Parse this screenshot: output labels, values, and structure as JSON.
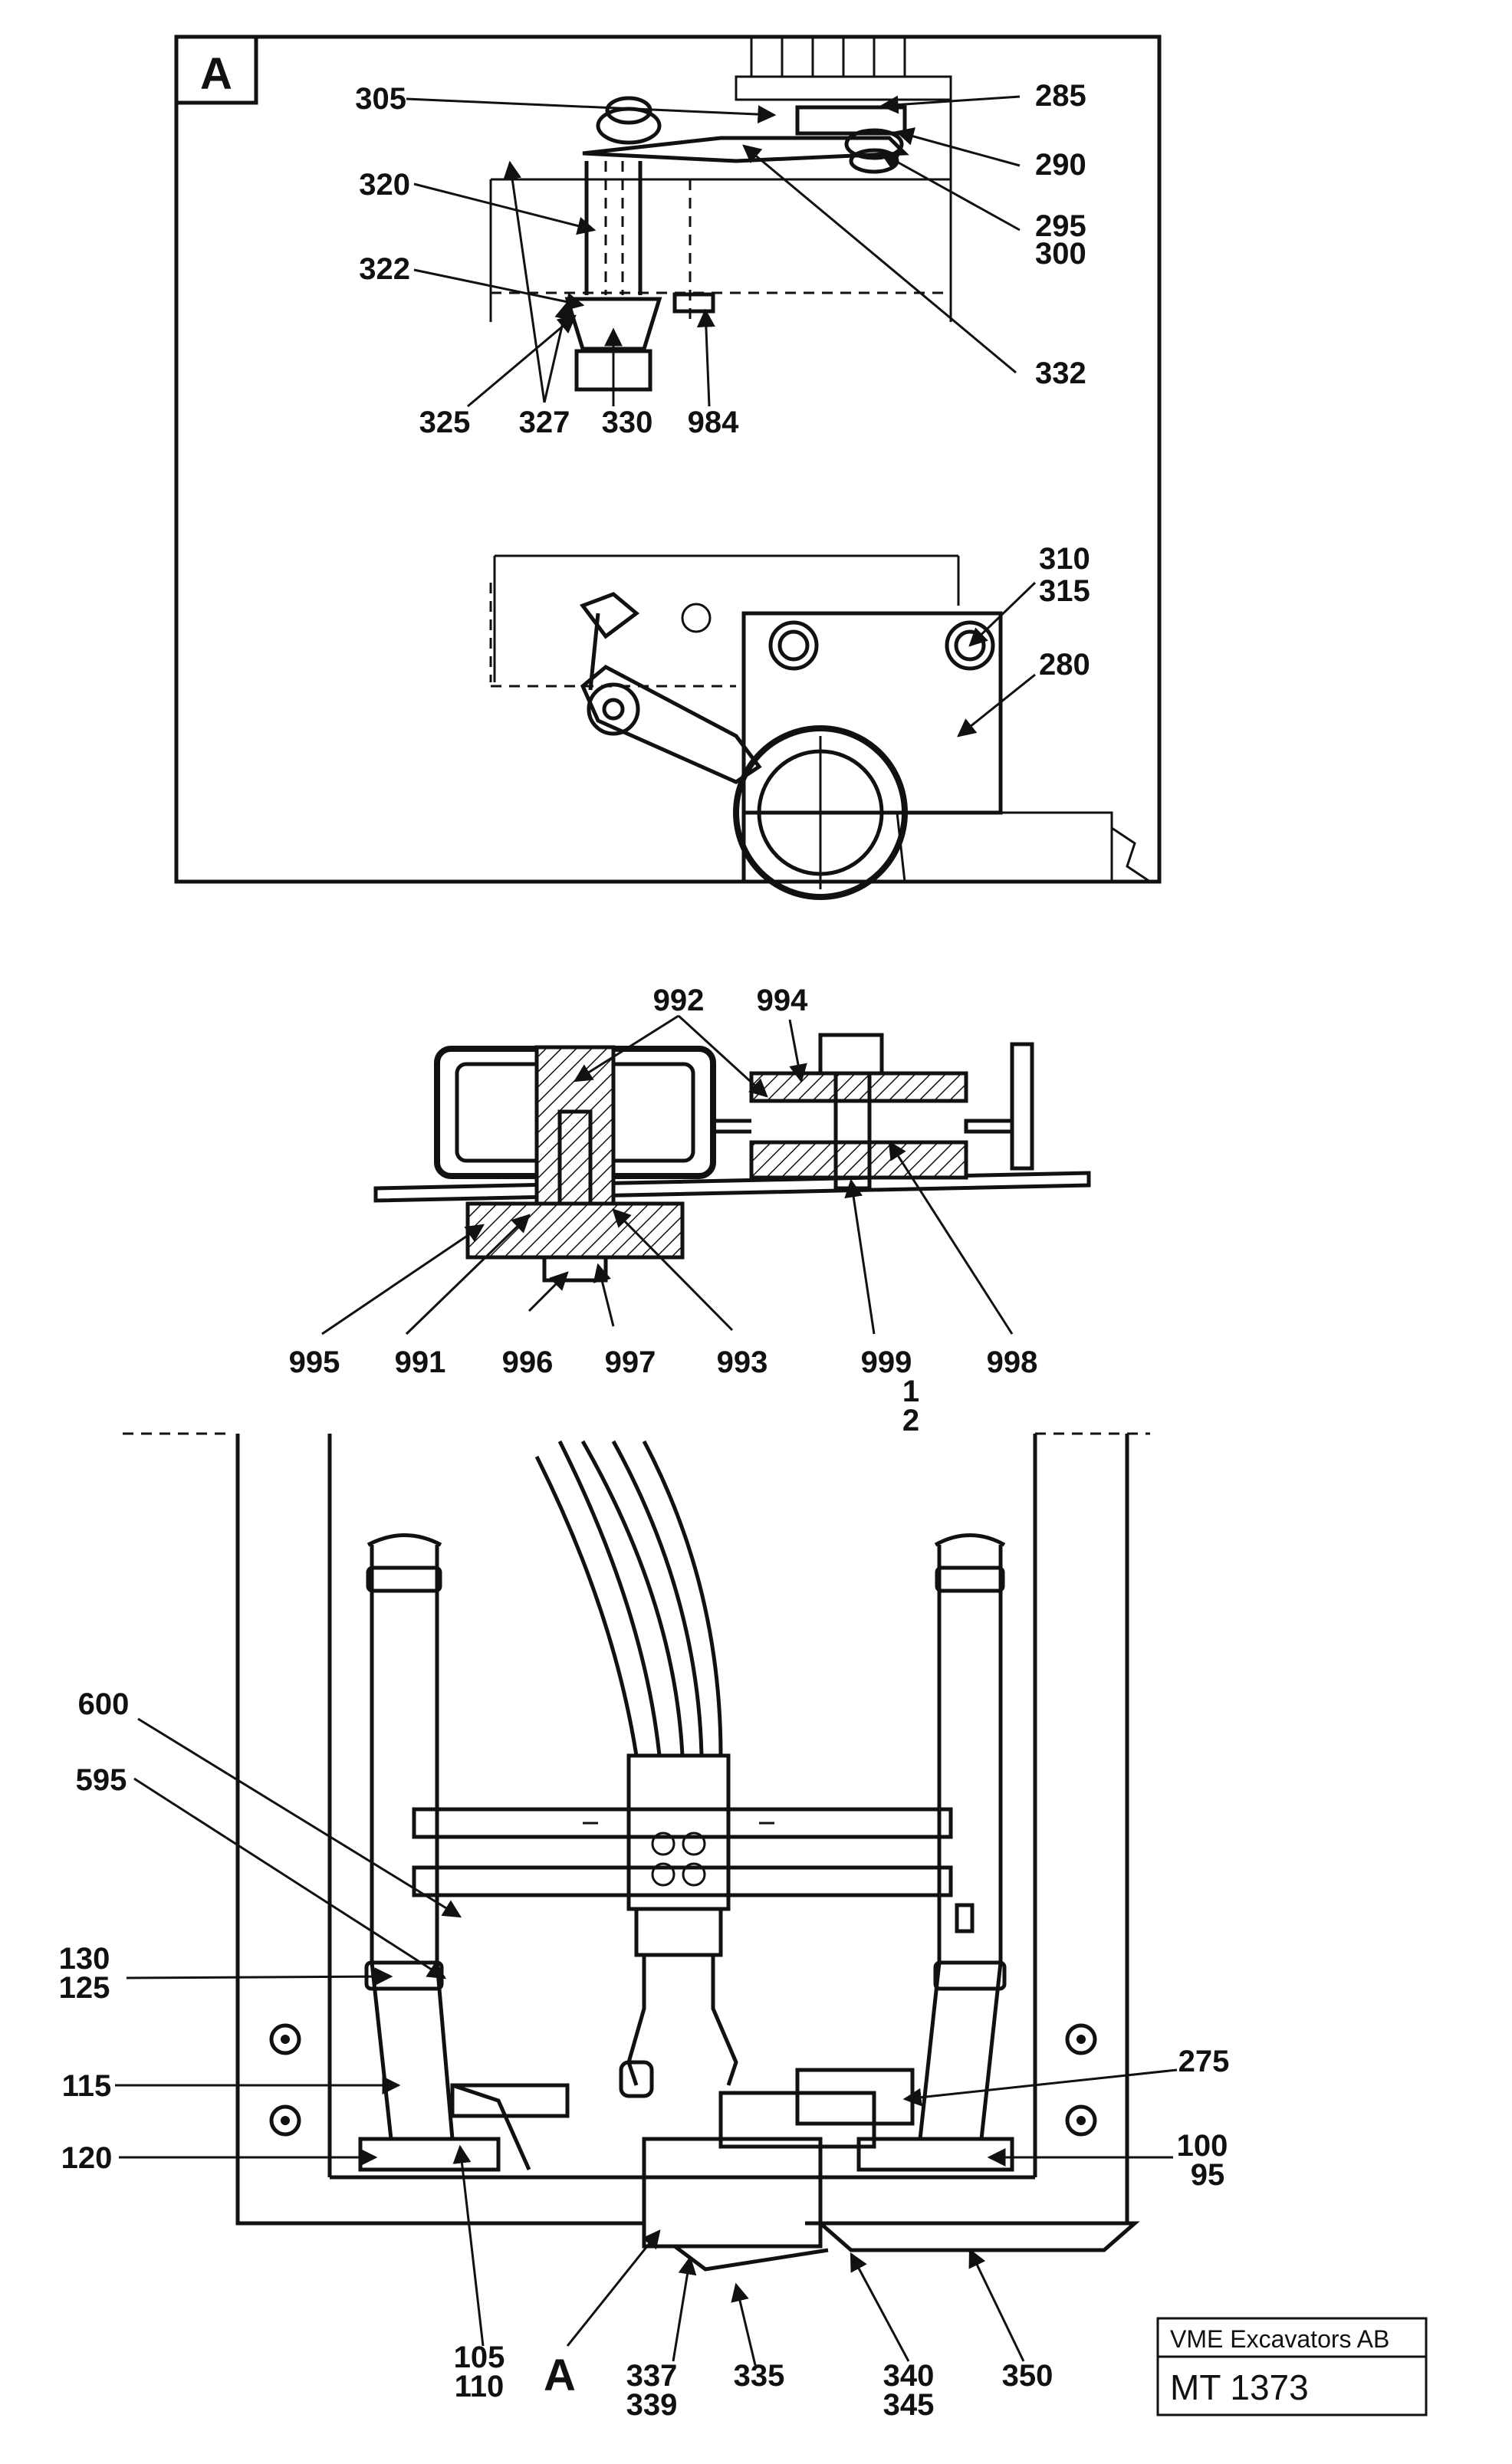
{
  "detail_a": {
    "marker": "A",
    "callouts": {
      "c305": "305",
      "c285": "285",
      "c290": "290",
      "c320": "320",
      "c295": "295",
      "c300": "300",
      "c322": "322",
      "c332": "332",
      "c325": "325",
      "c327": "327",
      "c330": "330",
      "c984": "984",
      "c310": "310",
      "c315": "315",
      "c280": "280"
    }
  },
  "section": {
    "callouts": {
      "c992": "992",
      "c994": "994",
      "c995": "995",
      "c991": "991",
      "c996": "996",
      "c997": "997",
      "c993": "993",
      "c999": "999",
      "c1": "1",
      "c2": "2",
      "c998": "998"
    }
  },
  "assembly": {
    "marker": "A",
    "callouts": {
      "c600": "600",
      "c595": "595",
      "c130": "130",
      "c125": "125",
      "c115": "115",
      "c120": "120",
      "c275": "275",
      "c100": "100",
      "c95": "95",
      "c105": "105",
      "c110": "110",
      "c337": "337",
      "c339": "339",
      "c335": "335",
      "c340": "340",
      "c345": "345",
      "c350": "350"
    }
  },
  "title_block": {
    "company": "VME Excavators AB",
    "drawing_number": "MT 1373"
  }
}
